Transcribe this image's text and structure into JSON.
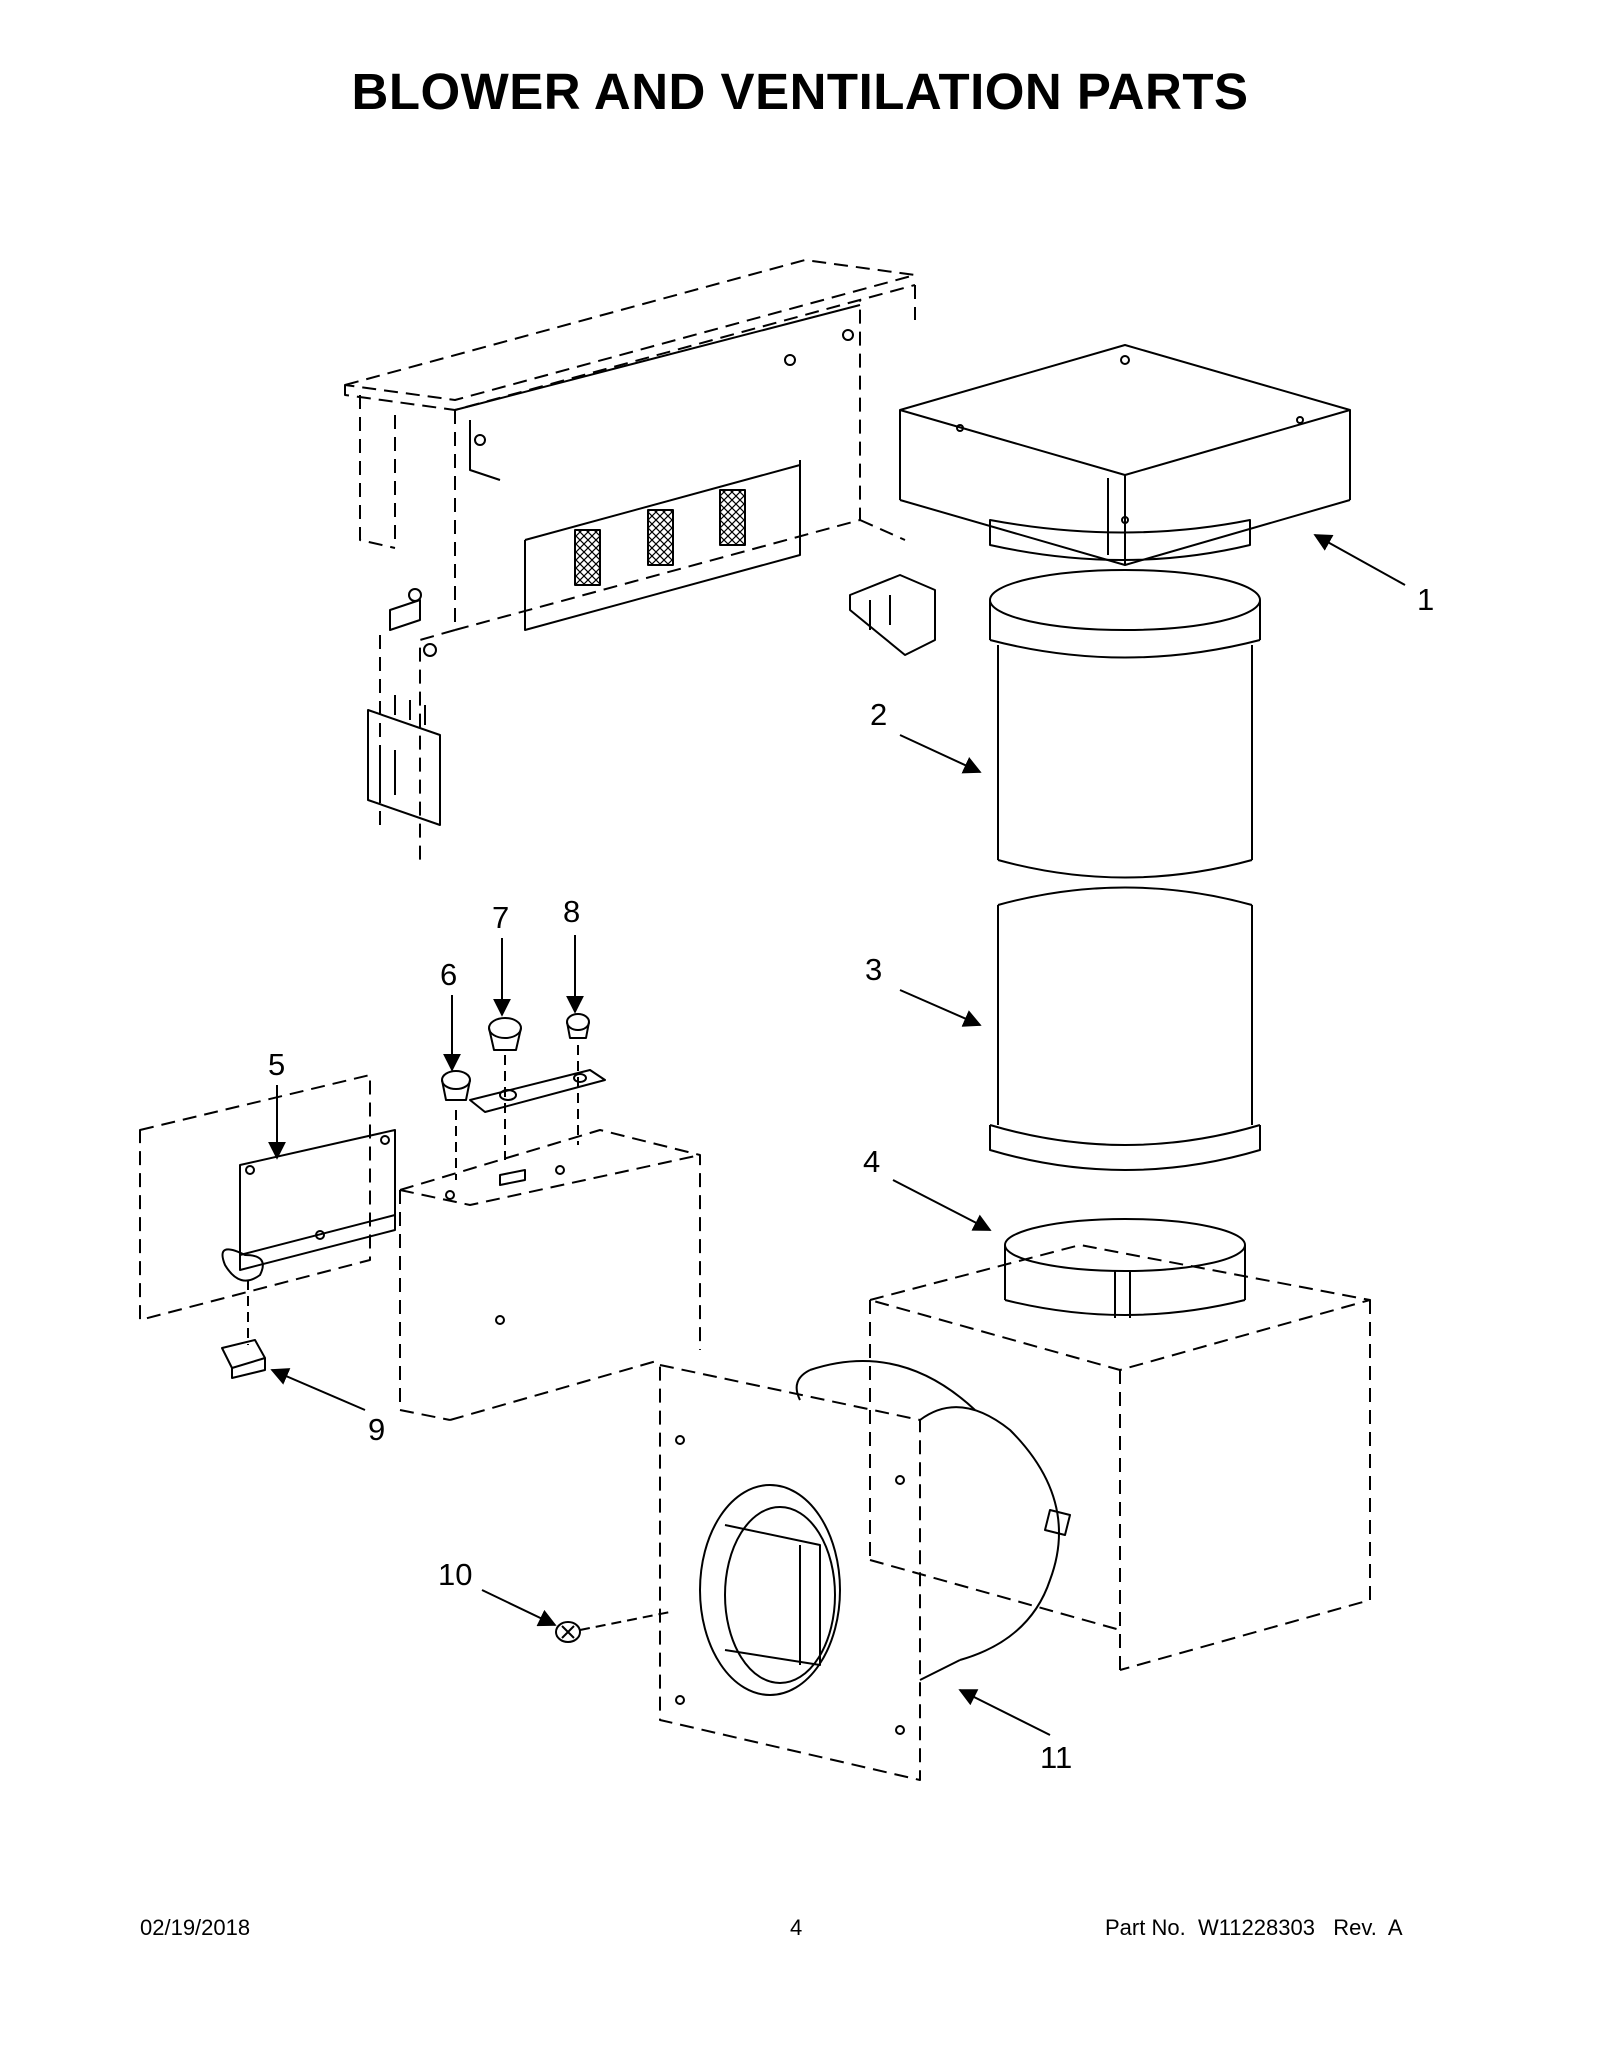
{
  "title": "BLOWER AND VENTILATION PARTS",
  "callouts": [
    "1",
    "2",
    "3",
    "4",
    "5",
    "6",
    "7",
    "8",
    "9",
    "10",
    "11"
  ],
  "footer": {
    "date": "02/19/2018",
    "page_number": "4",
    "part_label": "Part No.",
    "part_number": "W11228303",
    "rev_label": "Rev.",
    "rev_value": "A"
  }
}
